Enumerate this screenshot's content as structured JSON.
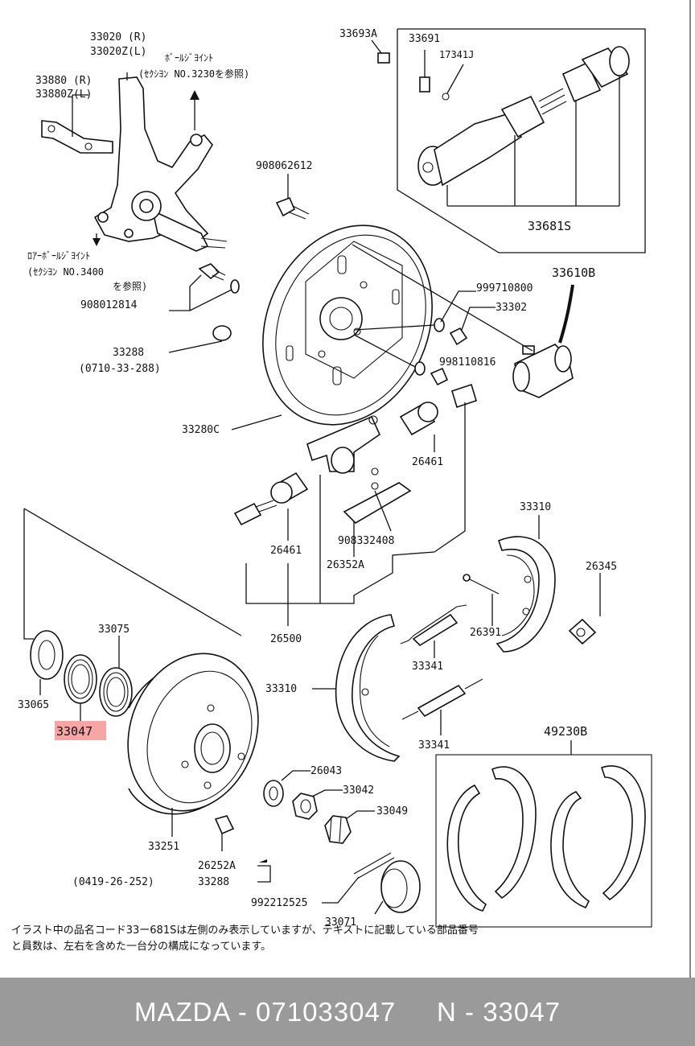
{
  "labels": {
    "p33020r": "33020 (R)",
    "p33020zl": "33020Z(L)",
    "ball_joint_note": "ﾎﾞｰﾙｼﾞﾖｲﾝﾄ",
    "ball_joint_ref": "(ｾｸｼﾖﾝ NO.3230を参照)",
    "p33880r": "33880 (R)",
    "p33880zl": "33880Z(L)",
    "lower_joint_note": "ﾛｱｰﾎﾞｰﾙｼﾞﾖｲﾝﾄ",
    "lower_joint_ref1": "(ｾｸｼﾖﾝ NO.3400",
    "lower_joint_ref2": "を参照)",
    "p908012814": "908012814",
    "p33288": "33288",
    "p33288_alt": "(0710-33-288)",
    "p33280c": "33280C",
    "p33693a": "33693A",
    "p33691": "33691",
    "p17341j": "17341J",
    "p33681s": "33681S",
    "p33610b": "33610B",
    "p908062612": "908062612",
    "p999710800": "999710800",
    "p33302": "33302",
    "p998110816": "998110816",
    "p26461a": "26461",
    "p26461b": "26461",
    "p908332408": "908332408",
    "p26352a": "26352A",
    "p26500": "26500",
    "p33310a": "33310",
    "p33310b": "33310",
    "p26345": "26345",
    "p26391": "26391",
    "p33341a": "33341",
    "p33341b": "33341",
    "p49230b": "49230B",
    "p33075": "33075",
    "p33065": "33065",
    "p33047": "33047",
    "p33251": "33251",
    "p26043": "26043",
    "p33042": "33042",
    "p33049": "33049",
    "p26252a": "26252A",
    "p33288b": "33288",
    "p0419": "(0419-26-252)",
    "p992212525": "992212525",
    "p33071": "33071"
  },
  "notes": {
    "line1": "イラスト中の品名コード33ー681Sは左側のみ表示していますが、テキストに記載している部品番号",
    "line2": "と員数は、左右を含めた一台分の構成になっています。"
  },
  "highlight": {
    "part": "33047",
    "color": "#f7a5a5"
  },
  "footer": {
    "text": "MAZDA - 071033047     N - 33047"
  }
}
